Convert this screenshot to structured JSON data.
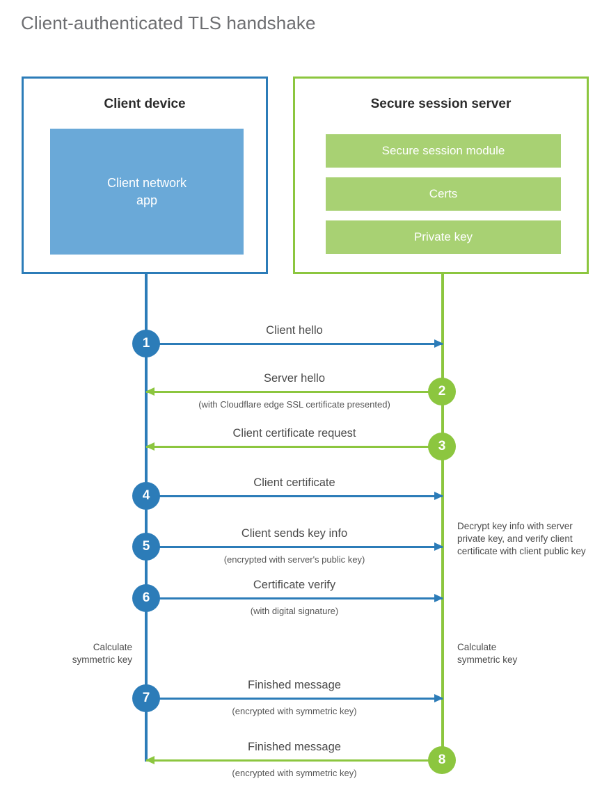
{
  "title": "Client-authenticated TLS handshake",
  "colors": {
    "client_blue": "#2c7cb8",
    "client_app_blue": "#6aa9d8",
    "server_green": "#8cc63f",
    "server_bar_green": "#a8d173",
    "title_gray": "#6d6e71",
    "text_gray": "#4a4a4a"
  },
  "client": {
    "title": "Client device",
    "app_label": "Client network\napp"
  },
  "server": {
    "title": "Secure session server",
    "bars": [
      {
        "label": "Secure session module"
      },
      {
        "label": "Certs"
      },
      {
        "label": "Private key"
      }
    ]
  },
  "steps": [
    {
      "number": "1",
      "direction": "client-to-server",
      "color": "blue",
      "label": "Client hello",
      "sublabel": ""
    },
    {
      "number": "2",
      "direction": "server-to-client",
      "color": "green",
      "label": "Server hello",
      "sublabel": "(with Cloudflare edge SSL certificate presented)"
    },
    {
      "number": "3",
      "direction": "server-to-client",
      "color": "green",
      "label": "Client certificate request",
      "sublabel": ""
    },
    {
      "number": "4",
      "direction": "client-to-server",
      "color": "blue",
      "label": "Client certificate",
      "sublabel": ""
    },
    {
      "number": "5",
      "direction": "client-to-server",
      "color": "blue",
      "label": "Client sends key info",
      "sublabel": "(encrypted with server's public key)"
    },
    {
      "number": "6",
      "direction": "client-to-server",
      "color": "blue",
      "label": "Certificate verify",
      "sublabel": "(with digital signature)"
    },
    {
      "number": "7",
      "direction": "client-to-server",
      "color": "blue",
      "label": "Finished message",
      "sublabel": "(encrypted with symmetric key)"
    },
    {
      "number": "8",
      "direction": "server-to-client",
      "color": "green",
      "label": "Finished message",
      "sublabel": "(encrypted with symmetric key)"
    }
  ],
  "annotations": {
    "server_decrypt": "Decrypt key info with server private key, and verify client certificate with client public key",
    "client_symmetric": "Calculate\nsymmetric key",
    "server_symmetric": "Calculate\nsymmetric key"
  }
}
